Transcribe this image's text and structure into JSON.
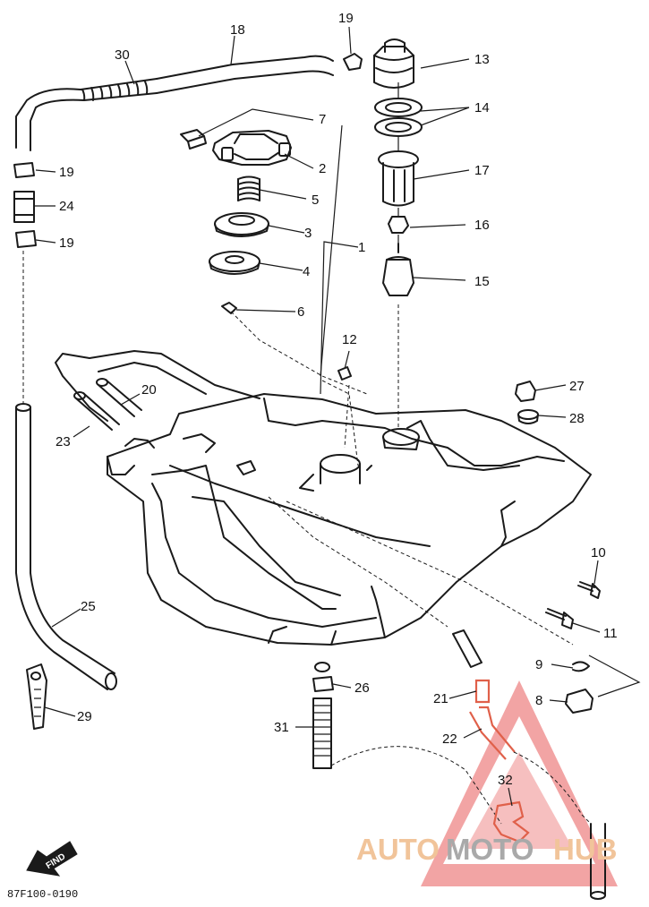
{
  "diagram": {
    "drawing_code": "87F100-0190",
    "find_mark": "FIND",
    "parts": [
      {
        "label": "1"
      },
      {
        "label": "2"
      },
      {
        "label": "3"
      },
      {
        "label": "4"
      },
      {
        "label": "5"
      },
      {
        "label": "6"
      },
      {
        "label": "7"
      },
      {
        "label": "8"
      },
      {
        "label": "9"
      },
      {
        "label": "10"
      },
      {
        "label": "11"
      },
      {
        "label": "12"
      },
      {
        "label": "13"
      },
      {
        "label": "14"
      },
      {
        "label": "15"
      },
      {
        "label": "16"
      },
      {
        "label": "17"
      },
      {
        "label": "18"
      },
      {
        "label": "19"
      },
      {
        "label": "19"
      },
      {
        "label": "19"
      },
      {
        "label": "20"
      },
      {
        "label": "21"
      },
      {
        "label": "22"
      },
      {
        "label": "23"
      },
      {
        "label": "24"
      },
      {
        "label": "25"
      },
      {
        "label": "26"
      },
      {
        "label": "27"
      },
      {
        "label": "28"
      },
      {
        "label": "29"
      },
      {
        "label": "30"
      },
      {
        "label": "31"
      },
      {
        "label": "32"
      }
    ]
  },
  "watermark": {
    "part1": "AUTO",
    "part2": "MOTO",
    "part3": "HUB",
    "color_warm": "#f1c49a",
    "color_grey": "#a9a9a9",
    "triangle_color": "#e85b5b"
  }
}
